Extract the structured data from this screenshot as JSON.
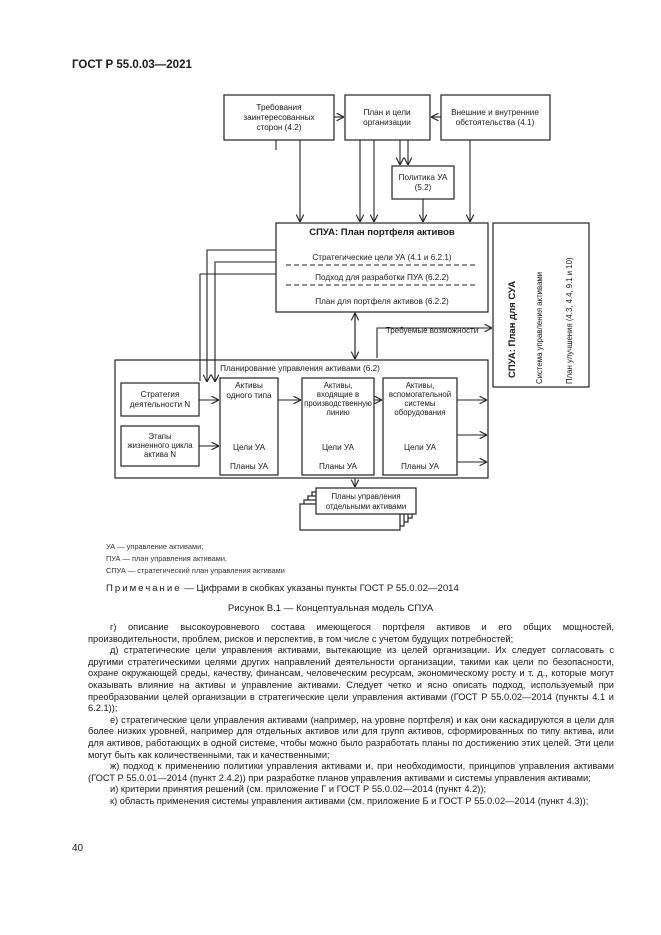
{
  "header": {
    "doc_id": "ГОСТ Р 55.0.03—2021"
  },
  "diagram": {
    "stakeholders": [
      "Требования",
      "заинтересованных",
      "сторон (4.2)"
    ],
    "org_plan": [
      "План и цели",
      "организации"
    ],
    "external": [
      "Внешние и внутренние",
      "обстоятельства (4.1)"
    ],
    "policy": [
      "Политика УА",
      "(5.2)"
    ],
    "spua_title": "СПУА: План портфеля активов",
    "spua_line1": "Стратегические цели УА (4.1 и 6.2.1)",
    "spua_line2": "Подход для разработки ПУА (6.2.2)",
    "spua_line3": "План для портфеля активов (6.2.2)",
    "suа_title": "СПУА: План для СУА",
    "sua_sub": "Система управления активами",
    "sua_improve": "План улучшения (4.3, 4.4, 9.1 и 10)",
    "required": "Требуемые возможности",
    "planning_title": "Планирование управления активами (6.2)",
    "strategy": [
      "Стратегия",
      "деятельности N"
    ],
    "lifecycle": [
      "Этапы",
      "жизненного цикла",
      "актива N"
    ],
    "col1": [
      "Активы",
      "одного типа"
    ],
    "col2": [
      "Активы,",
      "входящие в",
      "производственную",
      "линию"
    ],
    "col3": [
      "Активы,",
      "вспомогательной",
      "системы",
      "оборудования"
    ],
    "goals": "Цели УА",
    "plans": "Планы УА",
    "individual": [
      "Планы управления",
      "отдельными активами"
    ]
  },
  "legend": [
    "УА — управление активами;",
    "ПУА — план управления активами,",
    "СПУА — стратегический план управления активами"
  ],
  "note": {
    "label": "Примечание",
    "text": " — Цифрами в скобках указаны пункты ГОСТ Р 55.0.02—2014"
  },
  "caption": "Рисунок В.1 — Концептуальная модель СПУА",
  "paragraphs": [
    "г) описание высокоуровневого состава имеющегося портфеля активов и его общих мощностей, производительности, проблем, рисков и перспектив, в том числе с учетом будущих потребностей;",
    "д) стратегические цели управления активами, вытекающие из целей организации. Их следует согласовать с другими стратегическими целями других направлений деятельности организации, такими как цели по безопасности, охране окружающей среды, качеству, финансам, человеческим ресурсам, экономическому росту и т. д., которые могут оказывать влияние на активы и управление активами. Следует четко и ясно описать подход, используемый при преобразовании целей организации в стратегические цели управления активами (ГОСТ Р 55.0.02—2014 (пункты 4.1 и 6.2.1));",
    "е) стратегические цели управления активами (например, на уровне портфеля) и как они каскадируются в цели для более низких уровней, например для отдельных активов или для групп активов, сформированных по типу актива, или для активов, работающих в одной системе, чтобы можно было разработать планы по достижению этих целей. Эти цели могут быть как количественными, так и качественными;",
    "ж) подход к применению политики управления активами и, при необходимости, принципов управления активами (ГОСТ Р 55.0.01—2014 (пункт 2.4.2)) при разработке планов управления активами и системы управления активами;",
    "и) критерии принятия решений (см. приложение Г и ГОСТ Р 55.0.02—2014 (пункт 4.2));",
    "к) область применения системы управления активами (см. приложение Б и ГОСТ Р 55.0.02—2014 (пункт 4.3));"
  ],
  "page_number": "40"
}
